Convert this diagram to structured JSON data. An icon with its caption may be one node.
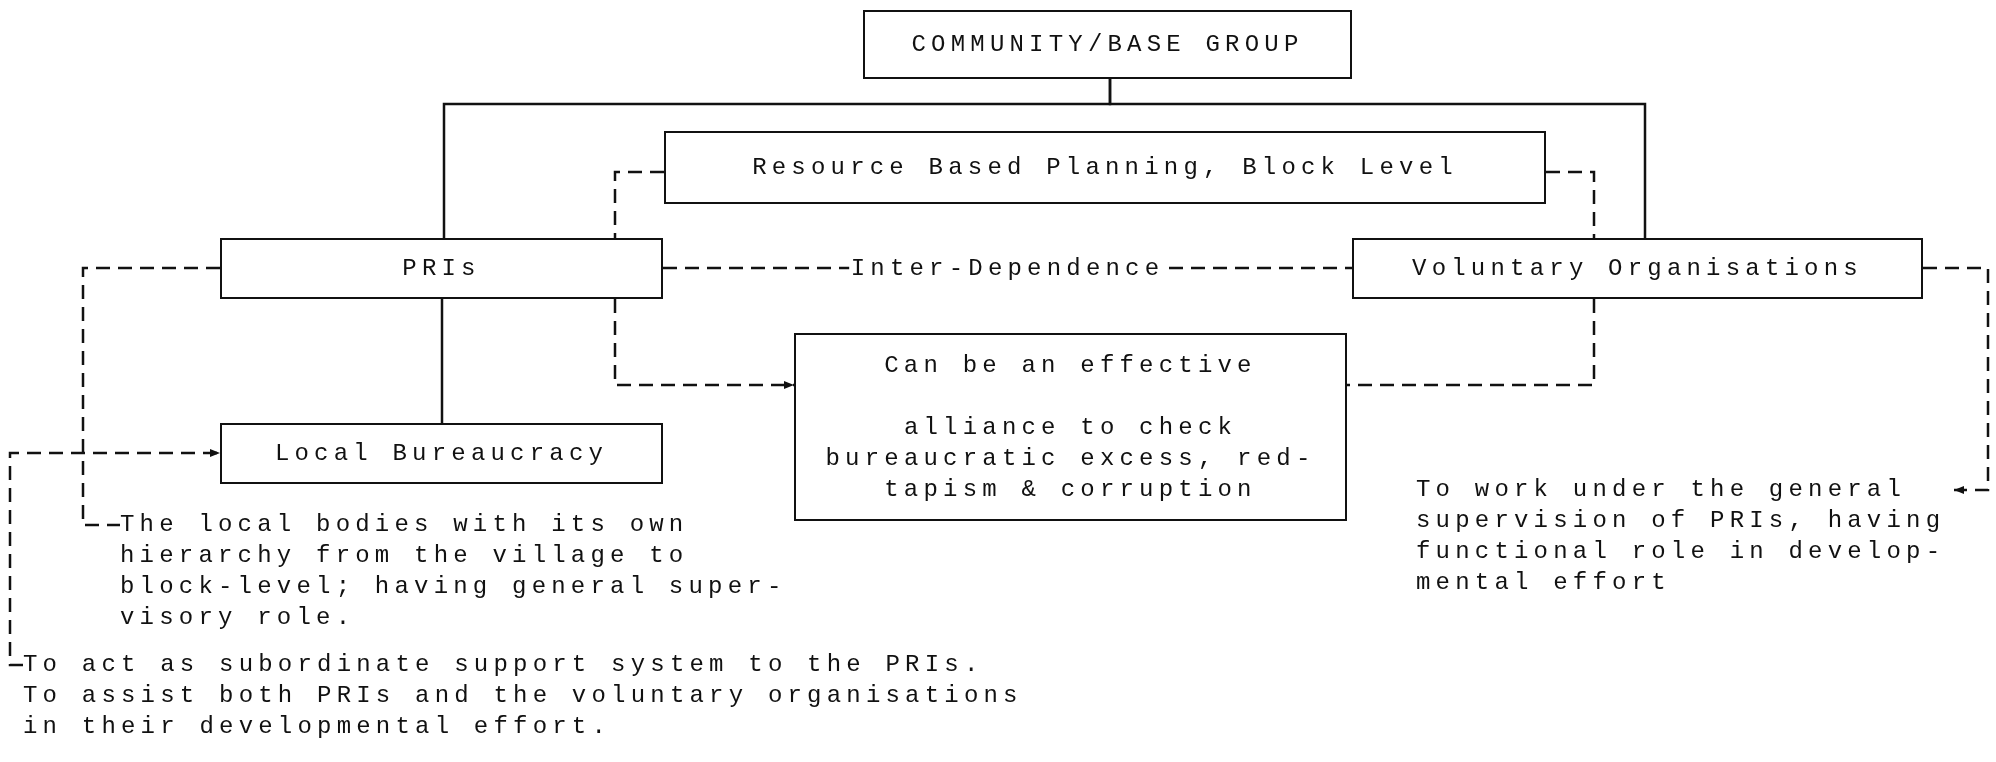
{
  "diagram": {
    "nodes": [
      {
        "text": [
          "COMMUNITY/BASE GROUP"
        ]
      },
      {
        "text": [
          "Resource Based Planning, Block Level"
        ]
      },
      {
        "text": [
          "PRIs"
        ]
      },
      {
        "text": [
          "Voluntary Organisations"
        ]
      },
      {
        "text": [
          "Can be an effective",
          "alliance to check bureaucratic excess, red- tapism & corruption"
        ]
      },
      {
        "text": [
          "Local Bureaucracy"
        ]
      },
      {
        "text": [
          "The local bodies with its own hierarchy from the village to block-level; having general super- visory role."
        ]
      },
      {
        "text": [
          "To work under the general supervision of PRIs, having functional role in develop- mental effort"
        ]
      },
      {
        "text": [
          "To act as subordinate support system to the PRIs. To assist both PRIs and the voluntary organisations in their developmental effort."
        ]
      }
    ],
    "edges": [
      {
        "from": 0,
        "to": 2,
        "arrow": "none"
      },
      {
        "from": 0,
        "to": 3,
        "arrow": "none"
      },
      {
        "from": 1,
        "to": 2,
        "arrow": "none",
        "style": "dashed"
      },
      {
        "from": 1,
        "to": 3,
        "arrow": "none",
        "style": "dashed"
      },
      {
        "from": 2,
        "to": 3,
        "arrow": "none",
        "style": "dashed",
        "label": "Inter-Dependence"
      },
      {
        "from": 2,
        "to": 4,
        "arrow": "to",
        "style": "dashed"
      },
      {
        "from": 3,
        "to": 4,
        "arrow": "none",
        "style": "dashed"
      },
      {
        "from": 2,
        "to": 5,
        "arrow": "none"
      },
      {
        "from": 2,
        "to": 6,
        "arrow": "none",
        "style": "dashed"
      },
      {
        "from": 8,
        "to": 5,
        "arrow": "to",
        "style": "dashed"
      },
      {
        "from": 3,
        "to": 7,
        "arrow": "to",
        "style": "dashed"
      }
    ]
  }
}
